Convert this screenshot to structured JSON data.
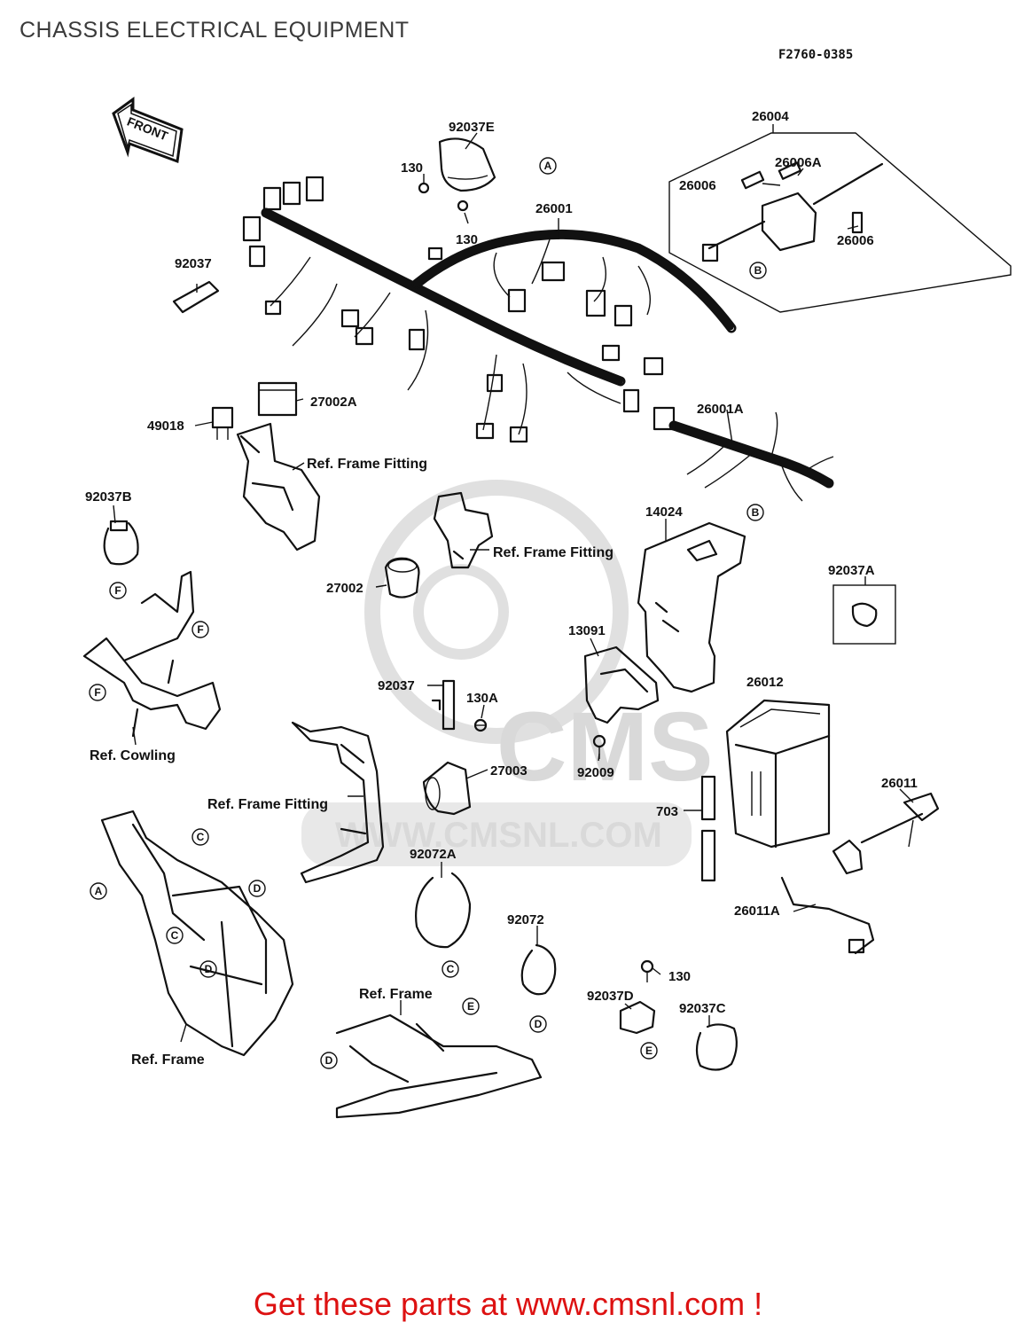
{
  "title": "CHASSIS ELECTRICAL EQUIPMENT",
  "figure_code": "F2760-0385",
  "front_arrow": "FRONT",
  "footer_text": "Get these parts at www.cmsnl.com !",
  "watermark": {
    "brand": "CMS",
    "url": "WWW.CMSNL.COM"
  },
  "parts": {
    "p92037E": "92037E",
    "p130a": "130",
    "p130b": "130",
    "p26001": "26001",
    "p26004": "26004",
    "p26006A": "26006A",
    "p26006a": "26006",
    "p26006b": "26006",
    "p92037": "92037",
    "p27002A": "27002A",
    "p49018": "49018",
    "p26001A": "26001A",
    "p92037B": "92037B",
    "p14024": "14024",
    "p27002": "27002",
    "p92037A": "92037A",
    "p13091": "13091",
    "p92037b2": "92037",
    "p130A": "130A",
    "p26012": "26012",
    "p27003": "27003",
    "p92009": "92009",
    "p26011": "26011",
    "p703": "703",
    "p92072A": "92072A",
    "p26011A": "26011A",
    "p92072": "92072",
    "p130c": "130",
    "p92037D": "92037D",
    "p92037C": "92037C"
  },
  "refs": {
    "frame_fitting_1": "Ref. Frame Fitting",
    "frame_fitting_2": "Ref. Frame Fitting",
    "frame_fitting_3": "Ref. Frame Fitting",
    "cowling": "Ref. Cowling",
    "frame_1": "Ref. Frame",
    "frame_2": "Ref. Frame"
  },
  "markers": {
    "A": "A",
    "B": "B",
    "C": "C",
    "D": "D",
    "E": "E",
    "F": "F"
  }
}
